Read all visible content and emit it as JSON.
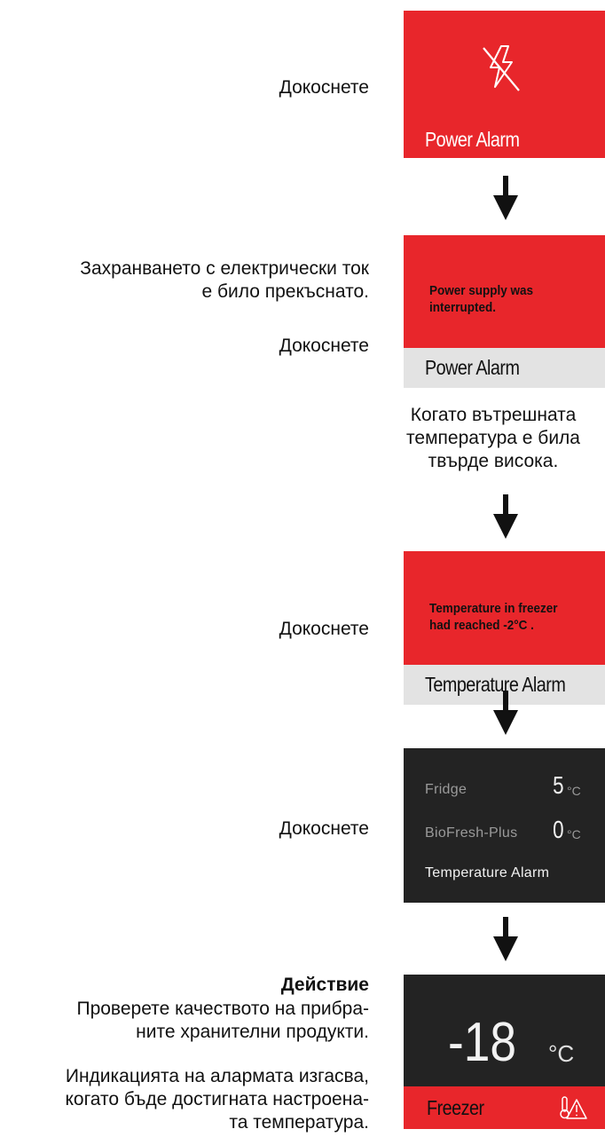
{
  "instructions": {
    "tap_1": "Докоснете",
    "power_interrupted_line1": "Захранването с електрически ток",
    "power_interrupted_line2": "е било прекъснато.",
    "tap_2": "Докоснете",
    "temp_too_high_line1": "Когато вътрешната",
    "temp_too_high_line2": "температура е била",
    "temp_too_high_line3": "твърде висока.",
    "tap_3": "Докоснете",
    "tap_4": "Докоснете",
    "action_heading": "Действие",
    "action_line1": "Проверете качеството на прибра-",
    "action_line2": "ните хранителни продукти.",
    "alarm_off_line1": "Индикацията на алармата изгасва,",
    "alarm_off_line2": "когато бъде достигната настроена-",
    "alarm_off_line3": "та температура."
  },
  "screens": {
    "power_alarm_icon_screen": {
      "title": "Power Alarm",
      "icon": "power-failure-icon"
    },
    "power_alarm_message_screen": {
      "message_line1": "Power supply was",
      "message_line2": "interrupted.",
      "title": "Power Alarm"
    },
    "temperature_alarm_message_screen": {
      "message_line1": "Temperature in freezer",
      "message_line2": "had reached -2°C .",
      "title": "Temperature Alarm"
    },
    "status_screen": {
      "fridge_label": "Fridge",
      "fridge_value": "5",
      "fridge_unit": "°C",
      "biofresh_label": "BioFresh-Plus",
      "biofresh_value": "0",
      "biofresh_unit": "°C",
      "alarm_label": "Temperature Alarm"
    },
    "freezer_screen": {
      "temperature_value": "-18",
      "temperature_unit": "°C",
      "zone_label": "Freezer",
      "icon": "temperature-warning-icon"
    }
  },
  "colors": {
    "alarm_red": "#e8262b",
    "display_dark": "#232323",
    "footer_gray": "#e3e3e3"
  }
}
